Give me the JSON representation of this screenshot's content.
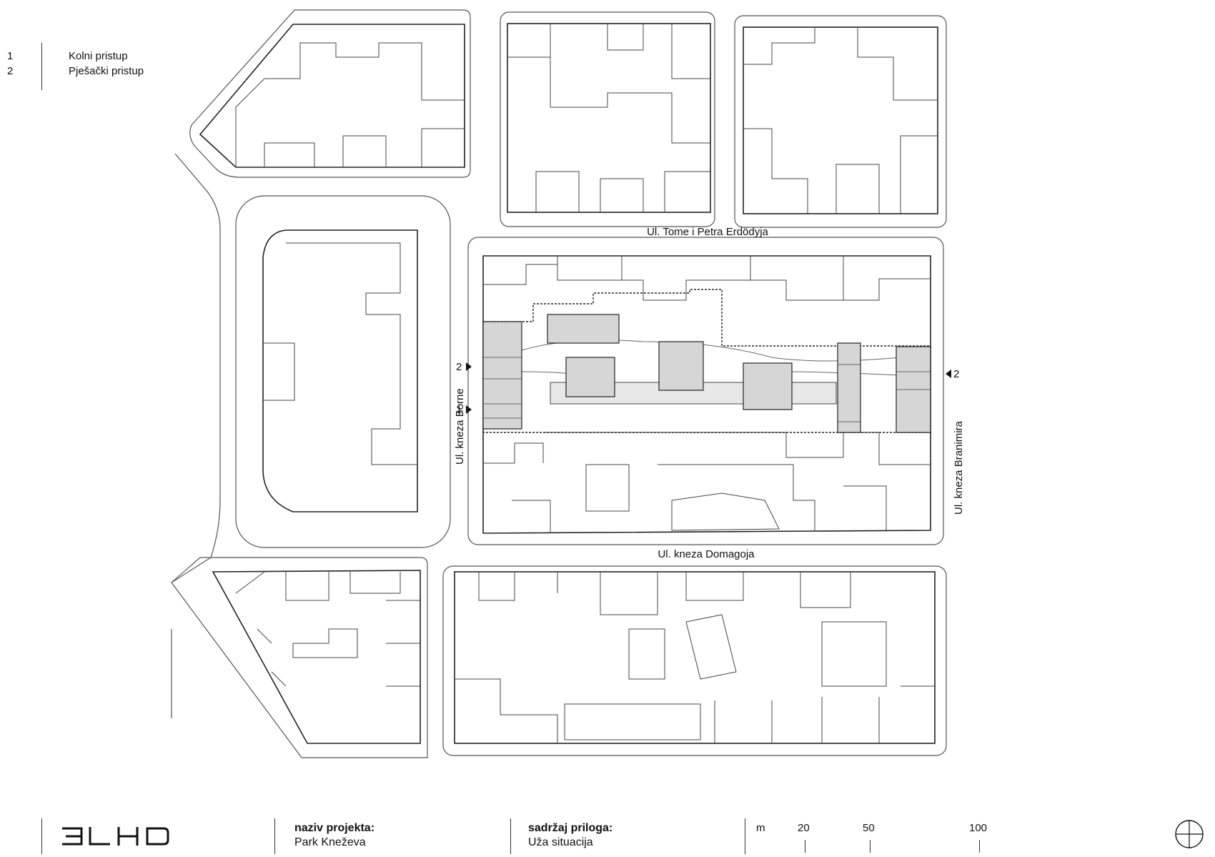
{
  "legend": {
    "items": [
      {
        "num": "1",
        "text": "Kolni pristup"
      },
      {
        "num": "2",
        "text": "Pješački pristup"
      }
    ]
  },
  "streets": {
    "north": "Ul. Tome i Petra Erdödyja",
    "south": "Ul. kneza Domagoja",
    "west": "Ul. kneza Borne",
    "east": "Ul. kneza Branimira"
  },
  "access_markers": {
    "west_pedestrian": "2",
    "west_vehicle": "1",
    "east_pedestrian": "2"
  },
  "title_block": {
    "logo": "3LHD",
    "project_label": "naziv projekta:",
    "project_name": "Park Kneževa",
    "content_label": "sadržaj priloga:",
    "content_value": "Uža situacija",
    "scale_unit": "m",
    "scale_values": [
      "20",
      "50",
      "100"
    ]
  },
  "colors": {
    "building_fill": "#d6d6d6",
    "corridor_fill": "#e8e8e8",
    "line": "#222222",
    "light_line": "#555555"
  },
  "icons": {
    "north_arrow": "north-arrow-icon",
    "marker": "triangle-marker-icon"
  }
}
